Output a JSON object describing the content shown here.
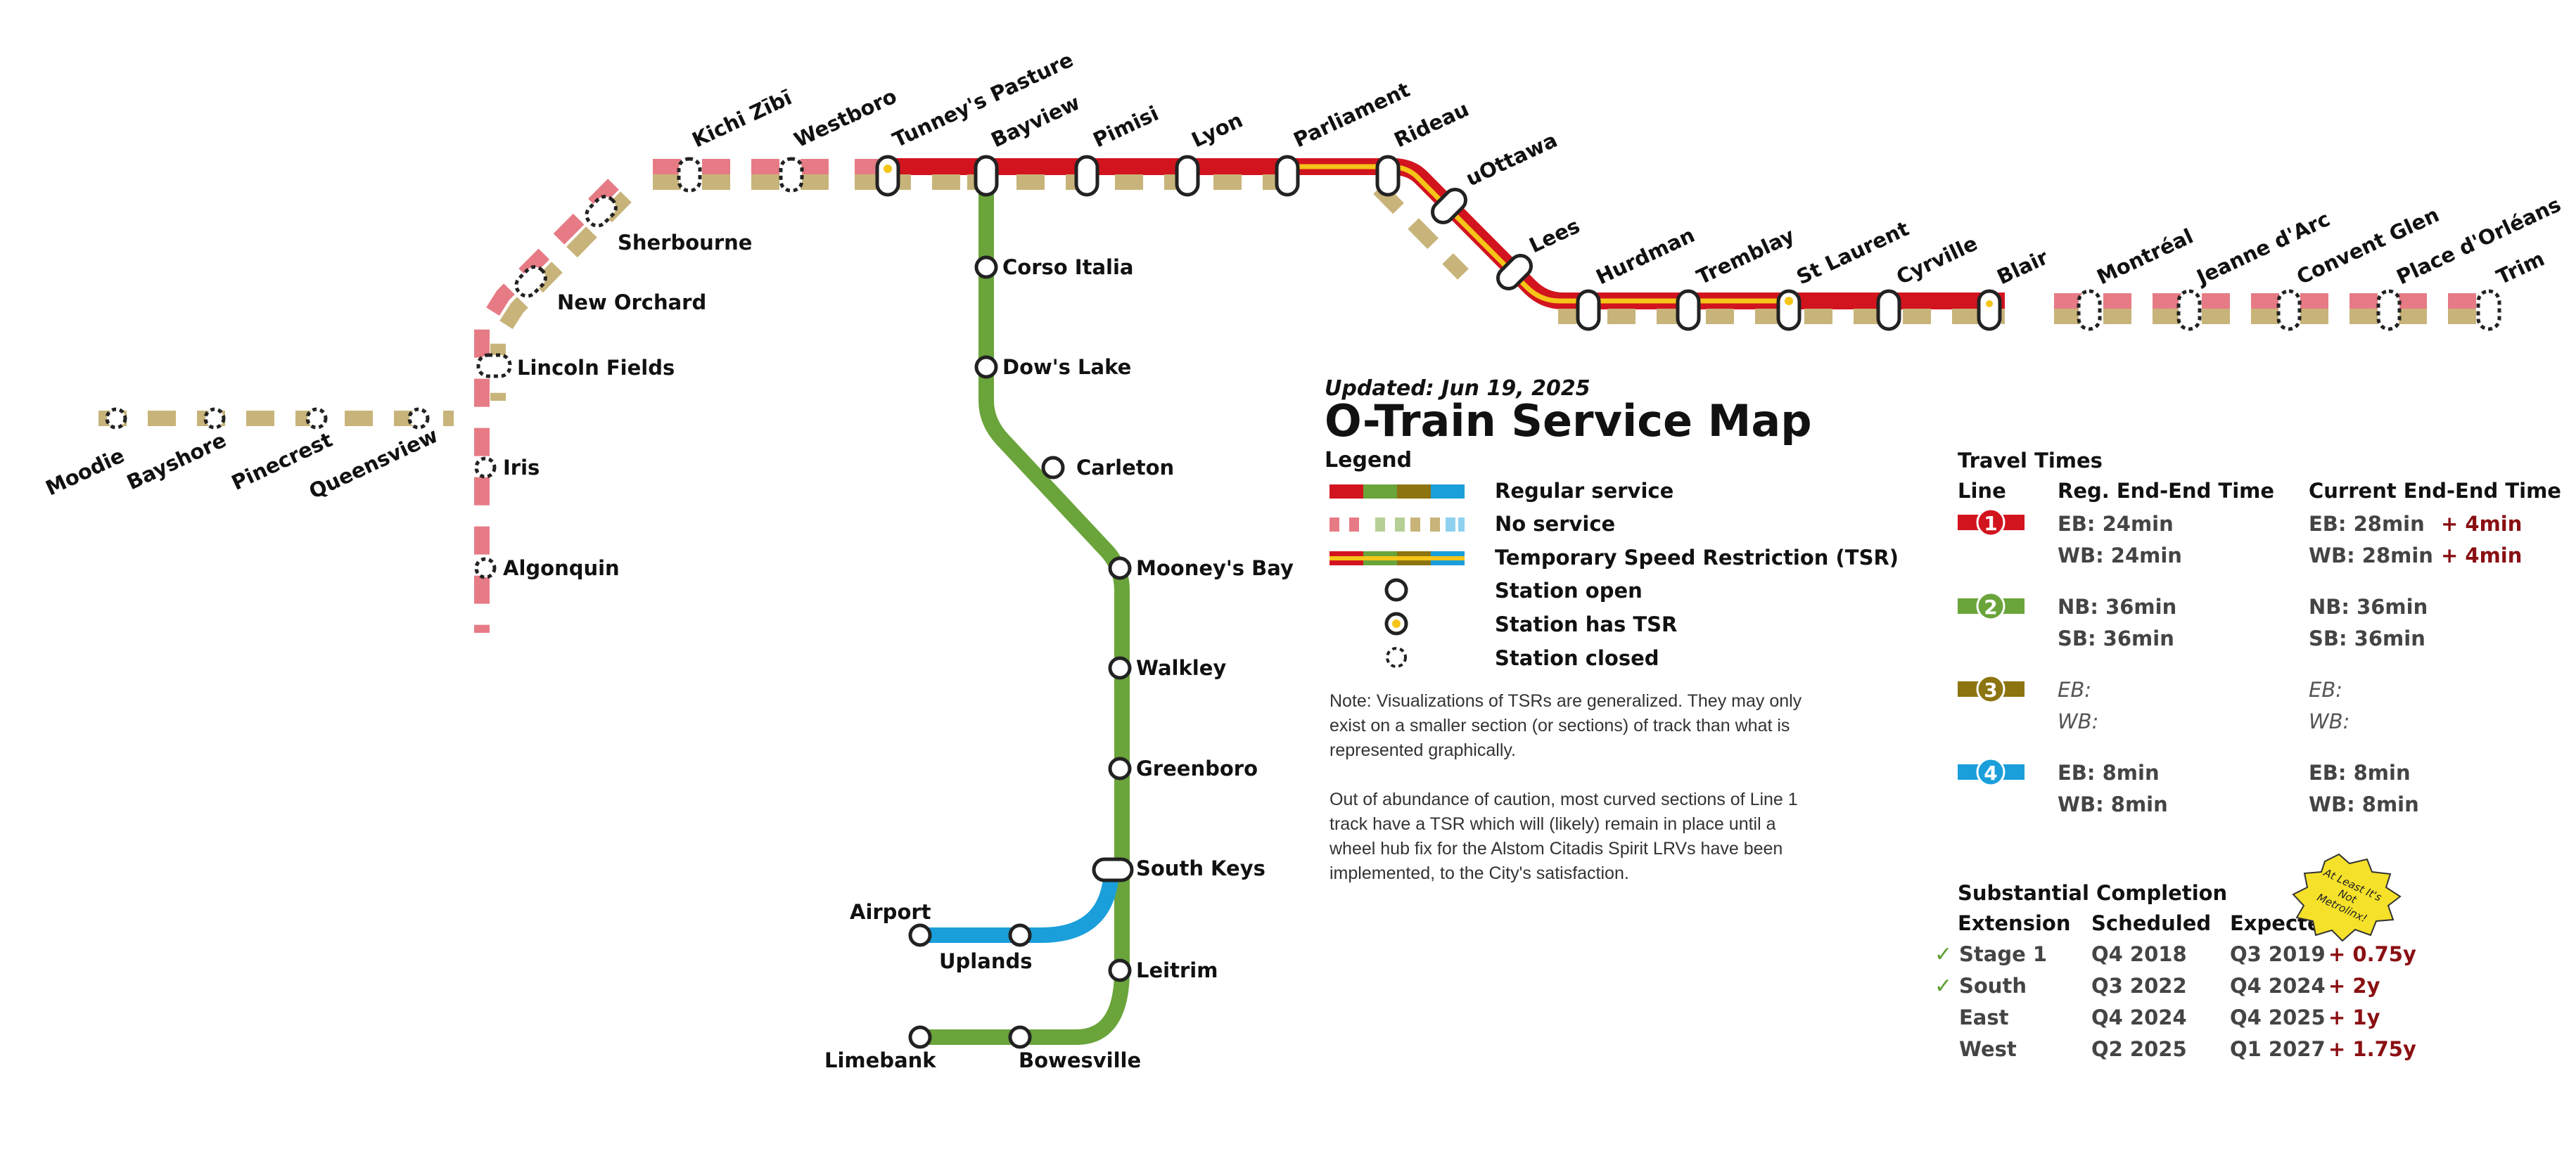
{
  "header": {
    "updated": "Updated: Jun 19, 2025",
    "title": "O-Train Service Map"
  },
  "legend": {
    "heading": "Legend",
    "items": [
      {
        "label": "Regular service"
      },
      {
        "label": "No service"
      },
      {
        "label": "Temporary Speed Restriction (TSR)"
      },
      {
        "label": "Station open"
      },
      {
        "label": "Station has TSR"
      },
      {
        "label": "Station closed"
      }
    ],
    "note1": [
      "Note: Visualizations of TSRs are generalized. They may only",
      "exist on a smaller section (or sections) of track than what is",
      "represented graphically."
    ],
    "note2": [
      "Out of abundance of caution, most curved sections of Line 1",
      "track have a TSR which will (likely) remain in place until a",
      "wheel hub fix for the Alstom Citadis Spirit LRVs have been",
      "implemented, to the City's satisfaction."
    ]
  },
  "colors": {
    "line1": "#d2141f",
    "line2": "#6aa43a",
    "line3": "#8c7410",
    "line4": "#1a9fdb",
    "no_service_red": "#e67b85",
    "no_service_tan": "#c8b47a",
    "tsr": "#f5c518"
  },
  "travel": {
    "heading": "Travel Times",
    "col_line": "Line",
    "col_reg": "Reg. End-End Time",
    "col_cur": "Current End-End Time",
    "rows": [
      {
        "num": "1",
        "reg1": "EB: 24min",
        "reg2": "WB: 24min",
        "cur1": "EB: 28min",
        "cur2": "WB: 28min",
        "d1": "+ 4min",
        "d2": "+ 4min"
      },
      {
        "num": "2",
        "reg1": "NB: 36min",
        "reg2": "SB: 36min",
        "cur1": "NB: 36min",
        "cur2": "SB: 36min",
        "d1": "",
        "d2": ""
      },
      {
        "num": "3",
        "reg1": "EB:",
        "reg2": "WB:",
        "cur1": "EB:",
        "cur2": "WB:",
        "d1": "",
        "d2": ""
      },
      {
        "num": "4",
        "reg1": "EB: 8min",
        "reg2": "WB: 8min",
        "cur1": "EB: 8min",
        "cur2": "WB: 8min",
        "d1": "",
        "d2": ""
      }
    ]
  },
  "completion": {
    "heading": "Substantial Completion",
    "col_ext": "Extension",
    "col_sched": "Scheduled",
    "col_exp": "Expected",
    "rows": [
      {
        "check": "✓",
        "ext": "Stage 1",
        "sched": "Q4 2018",
        "exp": "Q3 2019",
        "delay": "+ 0.75y"
      },
      {
        "check": "✓",
        "ext": "South",
        "sched": "Q3 2022",
        "exp": "Q4 2024",
        "delay": "+ 2y"
      },
      {
        "check": "",
        "ext": "East",
        "sched": "Q4 2024",
        "exp": "Q4 2025",
        "delay": "+ 1y"
      },
      {
        "check": "",
        "ext": "West",
        "sched": "Q2 2025",
        "exp": "Q1 2027",
        "delay": "+ 1.75y"
      }
    ],
    "badge": [
      "At Least It's",
      "Not",
      "Metrolinx!"
    ]
  },
  "stations": {
    "moodie": "Moodie",
    "bayshore": "Bayshore",
    "pinecrest": "Pinecrest",
    "queensview": "Queensview",
    "lincoln_fields": "Lincoln Fields",
    "iris": "Iris",
    "algonquin": "Algonquin",
    "new_orchard": "New Orchard",
    "sherbourne": "Sherbourne",
    "kichi_zibi": "Kichi Zībī",
    "westboro": "Westboro",
    "tunneys_pasture": "Tunney's Pasture",
    "bayview": "Bayview",
    "pimisi": "Pimisi",
    "lyon": "Lyon",
    "parliament": "Parliament",
    "rideau": "Rideau",
    "uottawa": "uOttawa",
    "lees": "Lees",
    "hurdman": "Hurdman",
    "tremblay": "Tremblay",
    "st_laurent": "St Laurent",
    "cyrville": "Cyrville",
    "blair": "Blair",
    "montreal": "Montréal",
    "jeanne_darc": "Jeanne d'Arc",
    "convent_glen": "Convent Glen",
    "place_dorleans": "Place d'Orléans",
    "trim": "Trim",
    "corso_italia": "Corso Italia",
    "dows_lake": "Dow's Lake",
    "carleton": "Carleton",
    "mooneys_bay": "Mooney's Bay",
    "walkley": "Walkley",
    "greenboro": "Greenboro",
    "south_keys": "South Keys",
    "leitrim": "Leitrim",
    "airport": "Airport",
    "uplands": "Uplands",
    "limebank": "Limebank",
    "bowesville": "Bowesville"
  }
}
